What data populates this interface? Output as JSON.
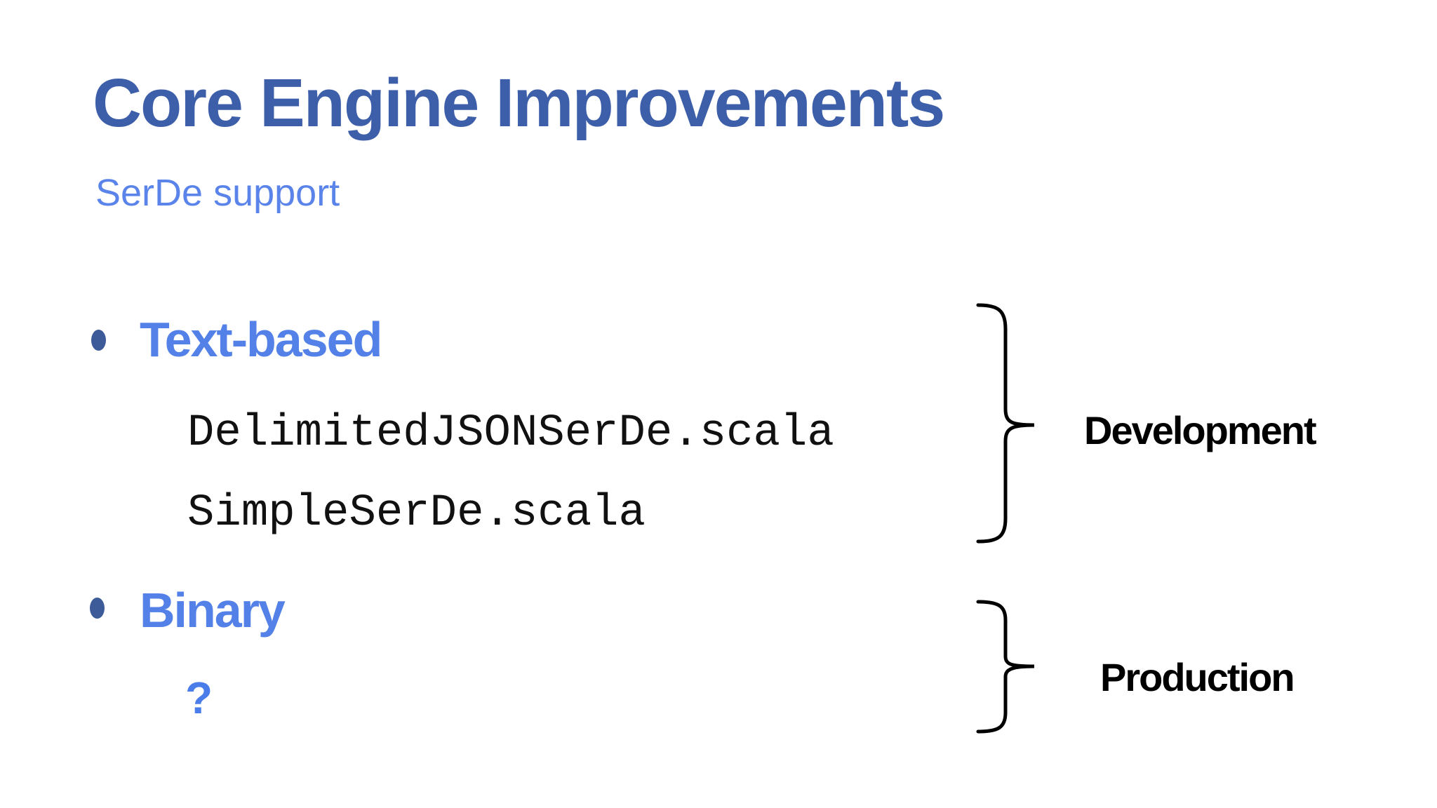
{
  "slide": {
    "title": "Core Engine Improvements",
    "subtitle": "SerDe support",
    "bullets": [
      {
        "label": "Text-based",
        "items": [
          "DelimitedJSONSerDe.scala",
          "SimpleSerDe.scala"
        ]
      },
      {
        "label": "Binary",
        "items": [
          "?"
        ]
      }
    ],
    "annotations": [
      {
        "label": "Development",
        "applies_to": "Text-based"
      },
      {
        "label": "Production",
        "applies_to": "Binary"
      }
    ],
    "colors": {
      "background": "#ffffff",
      "title_text": "#3d5ea9",
      "subtitle_text": "#5b84ea",
      "bullet_text": "#5381e8",
      "bullet_dot": "#3e5b99",
      "question_mark": "#4a7de9",
      "code_text": "#111111",
      "brace_stroke": "#000000",
      "annotation_text": "#000000"
    }
  }
}
